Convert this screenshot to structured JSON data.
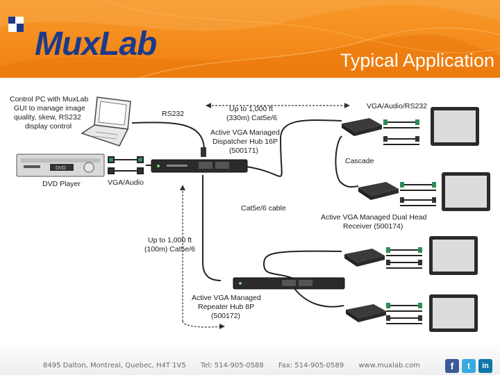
{
  "brand": {
    "name": "MuxLab",
    "accent_color": "#f08214",
    "logo_color": "#1d3a8a"
  },
  "slide": {
    "title": "Typical Application"
  },
  "diagram": {
    "labels": {
      "control_pc_1": "Control PC with MuxLab",
      "control_pc_2": "GUI to manage image",
      "control_pc_3": "quality, skew, RS232",
      "control_pc_4": "display control",
      "rs232": "RS232",
      "up_330_1": "Up to 1,000 ft",
      "up_330_2": "(330m) Cat5e/6",
      "dispatcher_1": "Active VGA Managed",
      "dispatcher_2": "Dispatcher Hub 16P",
      "dispatcher_3": "(500171)",
      "vga_audio_rs232": "VGA/Audio/RS232",
      "cascade": "Cascade",
      "dvd_player": "DVD Player",
      "vga_audio": "VGA/Audio",
      "cat_cable": "Cat5e/6 cable",
      "receiver_1": "Active VGA Managed Dual Head",
      "receiver_2": "Receiver (500174)",
      "up_100_1": "Up to 1,000 ft",
      "up_100_2": "(100m) Cat5e/6",
      "repeater_1": "Active VGA Managed",
      "repeater_2": "Repeater Hub 8P",
      "repeater_3": "(500172)",
      "dvd_display": "DVD"
    }
  },
  "footer": {
    "address": "8495 Dalton, Montreal, Quebec, H4T 1V5",
    "tel": "Tel: 514-905-0588",
    "fax": "Fax: 514-905-0589",
    "web": "www.muxlab.com"
  },
  "social": {
    "facebook_icon": "f",
    "twitter_icon": "t",
    "linkedin_icon": "in"
  }
}
